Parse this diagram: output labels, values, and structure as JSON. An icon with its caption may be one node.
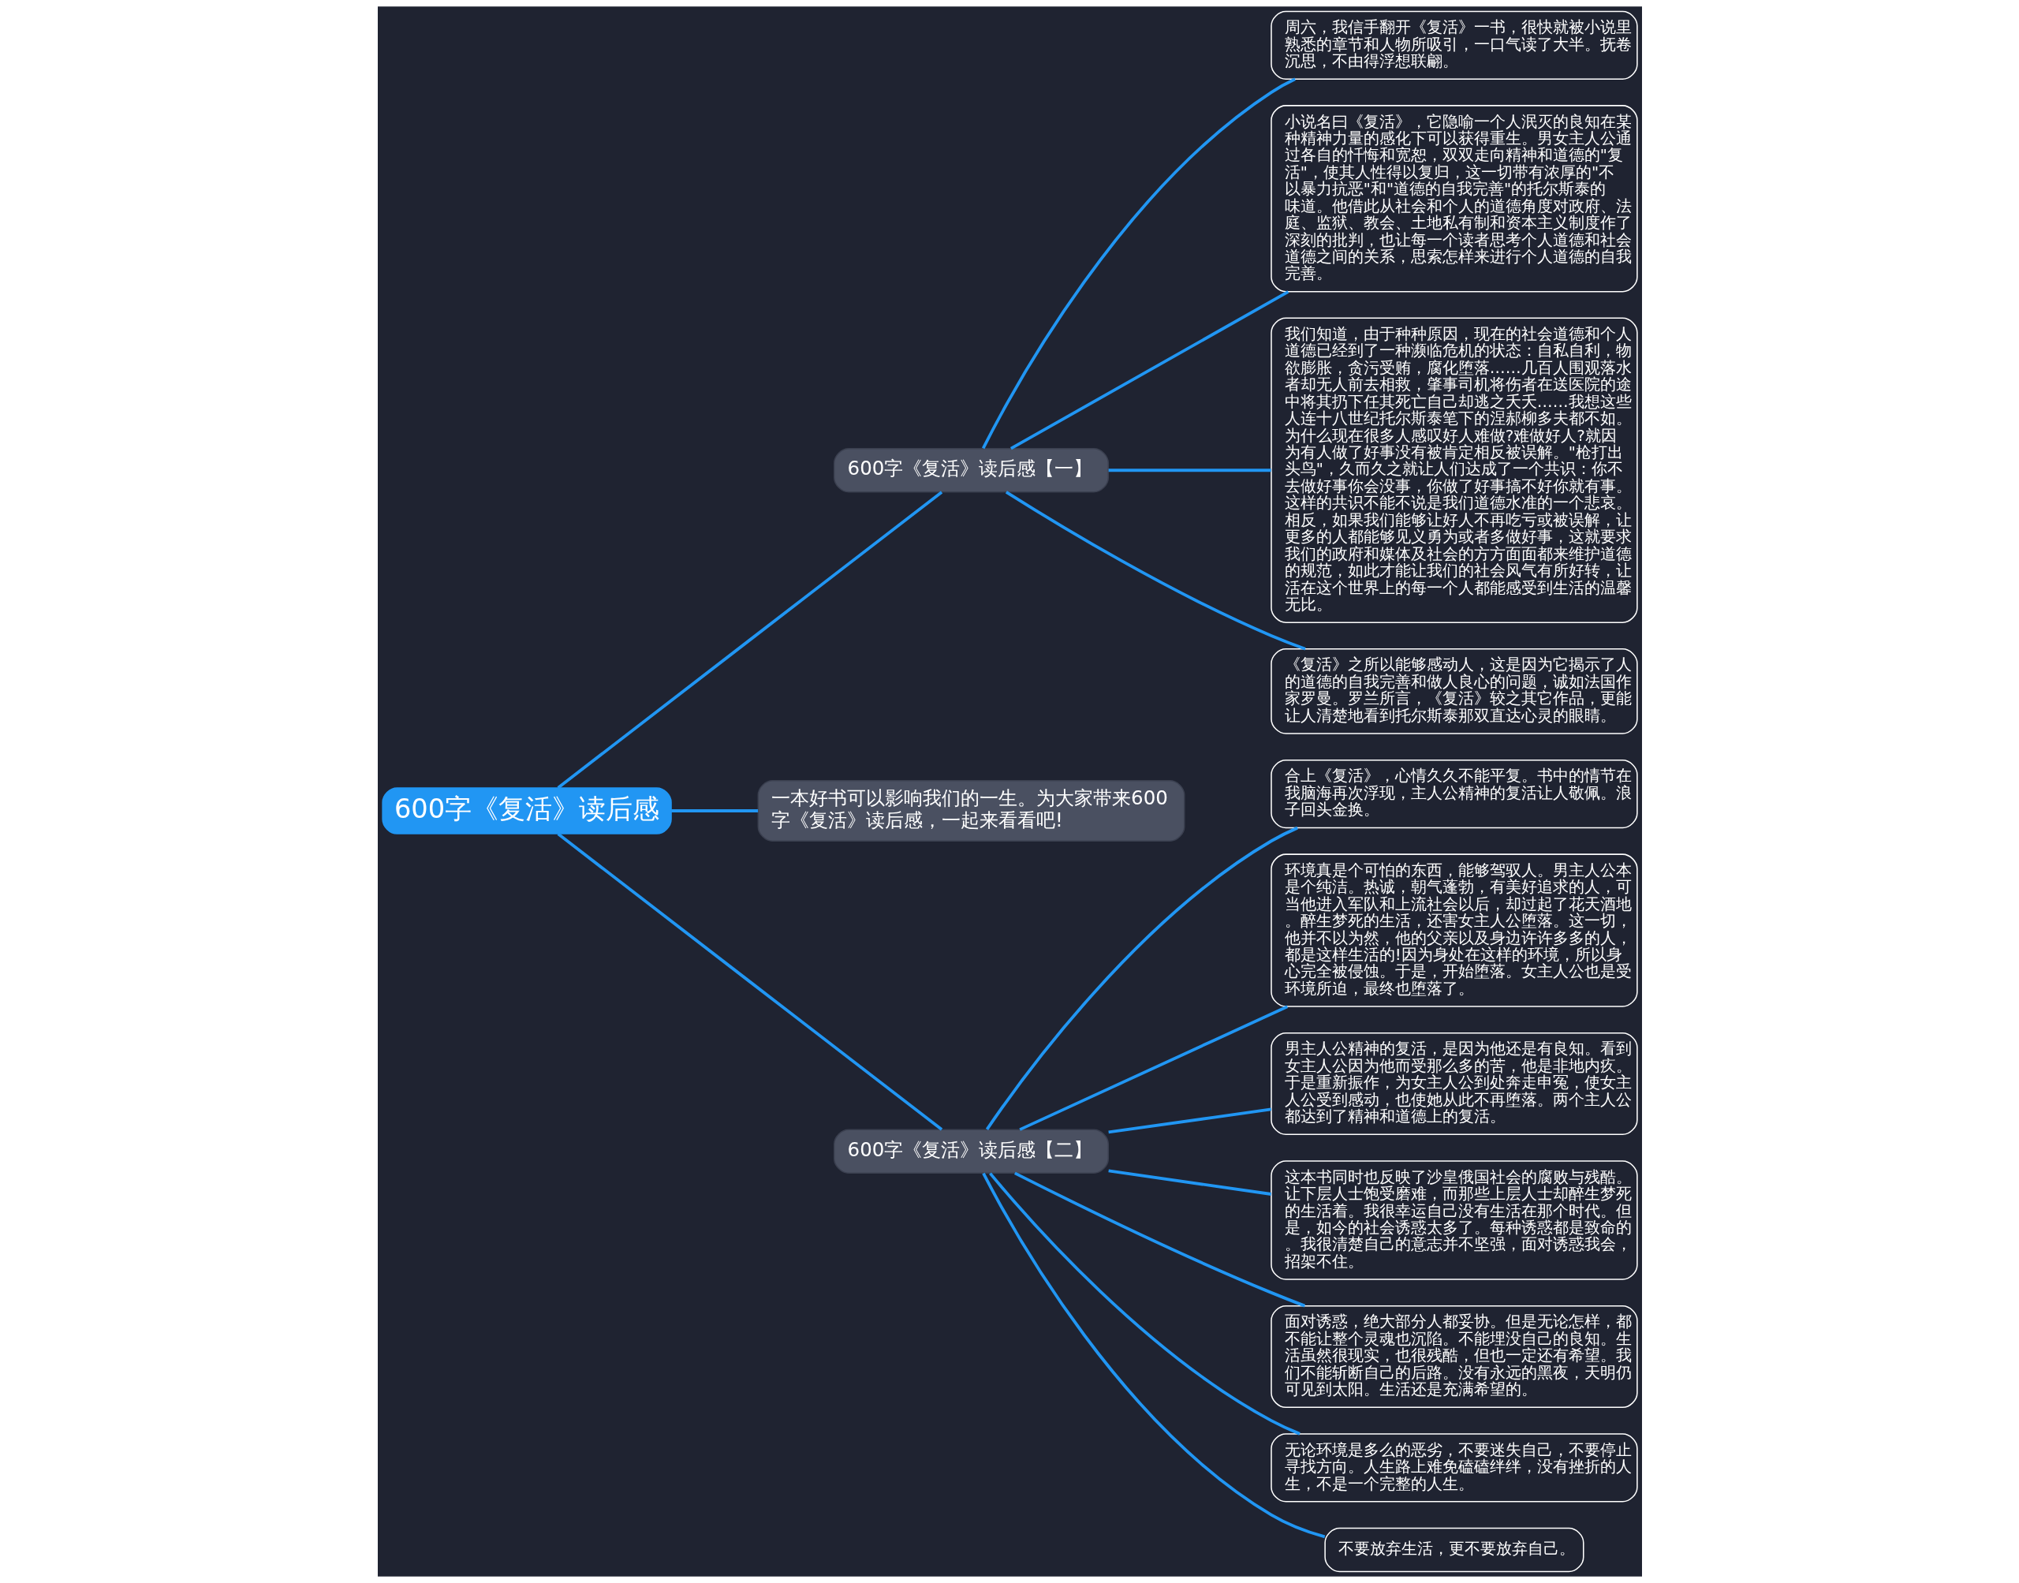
{
  "diagram": {
    "nodes": [
      {
        "text": [
          "600字《复活》读后感"
        ]
      },
      {
        "text": [
          "600字《复活》读后感【一】"
        ]
      },
      {
        "text": [
          "周六，我信手翻开《复活》一书，很快就被小说里熟悉的章节和人物所吸引，一口气读了大半。抚卷沉思，不由得浮想联翩。"
        ]
      },
      {
        "text": [
          "小说名曰《复活》，它隐喻一个人泯灭的良知在某种精神力量的感化下可以获得重生。男女主人公通过各自的忏悔和宽恕，双双走向精神和道德的\"复活\"，使其人性得以复归，这一切带有浓厚的\"不以暴力抗恶\"和\"道德的自我完善\"的托尔斯泰的味道。他借此从社会和个人的道德角度对政府、法庭、监狱、教会、土地私有制和资本主义制度作了深刻的批判，也让每一个读者思考个人道德和社会道德之间的关系，思索怎样来进行个人道德的自我完善。"
        ]
      },
      {
        "text": [
          "我们知道，由于种种原因，现在的社会道德和个人道德已经到了一种濒临危机的状态：自私自利，物欲膨胀，贪污受贿，腐化堕落……几百人围观落水者却无人前去相救，肇事司机将伤者在送医院的途中将其扔下任其死亡自己却逃之夭夭……我想这些人连十八世纪托尔斯泰笔下的涅郝柳多夫都不如。为什么现在很多人感叹好人难做?难做好人?就因为有人做了好事没有被肯定相反被误解。\"枪打出头鸟\"，久而久之就让人们达成了一个共识：你不去做好事你会没事，你做了好事搞不好你就有事。这样的共识不能不说是我们道德水准的一个悲哀。相反，如果我们能够让好人不再吃亏或被误解，让更多的人都能够见义勇为或者多做好事，这就要求我们的政府和媒体及社会的方方面面都来维护道德的规范，如此才能让我们的社会风气有所好转，让活在这个世界上的每一个人都能感受到生活的温馨无比。"
        ]
      },
      {
        "text": [
          "《复活》之所以能够感动人，这是因为它揭示了人的道德的自我完善和做人良心的问题，诚如法国作家罗曼。罗兰所言，《复活》较之其它作品，更能让人清楚地看到托尔斯泰那双直达心灵的眼睛。"
        ]
      },
      {
        "text": [
          "一本好书可以影响我们的一生。为大家带来600字《复活》读后感，一起来看看吧!"
        ]
      },
      {
        "text": [
          "600字《复活》读后感【二】"
        ]
      },
      {
        "text": [
          "合上《复活》，心情久久不能平复。书中的情节在我脑海再次浮现，主人公精神的复活让人敬佩。浪子回头金换。"
        ]
      },
      {
        "text": [
          "环境真是个可怕的东西，能够驾驭人。男主人公本是个纯洁。热诚，朝气蓬勃，有美好追求的人，可当他进入军队和上流社会以后，却过起了花天酒地。醉生梦死的生活，还害女主人公堕落。这一切，他并不以为然，他的父亲以及身边许许多多的人，都是这样生活的!因为身处在这样的环境，所以身心完全被侵蚀。于是，开始堕落。女主人公也是受环境所迫，最终也堕落了。"
        ]
      },
      {
        "text": [
          "男主人公精神的复活，是因为他还是有良知。看到女主人公因为他而受那么多的苦，他是非地内疚。于是重新振作，为女主人公到处奔走申冤，使女主人公受到感动，也使她从此不再堕落。两个主人公都达到了精神和道德上的复活。"
        ]
      },
      {
        "text": [
          "这本书同时也反映了沙皇俄国社会的腐败与残酷。让下层人士饱受磨难，而那些上层人士却醉生梦死的生活着。我很幸运自己没有生活在那个时代。但是，如今的社会诱惑太多了。每种诱惑都是致命的。我很清楚自己的意志并不坚强，面对诱惑我会，招架不住。"
        ]
      },
      {
        "text": [
          "面对诱惑，绝大部分人都妥协。但是无论怎样，都不能让整个灵魂也沉陷。不能埋没自己的良知。生活虽然很现实，也很残酷，但也一定还有希望。我们不能斩断自己的后路。没有永远的黑夜，天明仍可见到太阳。生活还是充满希望的。"
        ]
      },
      {
        "text": [
          "无论环境是多么的恶劣，不要迷失自己，不要停止寻找方向。人生路上难免磕磕绊绊，没有挫折的人生，不是一个完整的人生。"
        ]
      },
      {
        "text": [
          "不要放弃生活，更不要放弃自己。"
        ]
      }
    ],
    "edges": [
      {
        "from": 0,
        "to": 1,
        "arrow": "none"
      },
      {
        "from": 1,
        "to": 2,
        "arrow": "none"
      },
      {
        "from": 1,
        "to": 3,
        "arrow": "none"
      },
      {
        "from": 1,
        "to": 4,
        "arrow": "none"
      },
      {
        "from": 1,
        "to": 5,
        "arrow": "none"
      },
      {
        "from": 0,
        "to": 6,
        "arrow": "none"
      },
      {
        "from": 0,
        "to": 7,
        "arrow": "none"
      },
      {
        "from": 7,
        "to": 8,
        "arrow": "none"
      },
      {
        "from": 7,
        "to": 9,
        "arrow": "none"
      },
      {
        "from": 7,
        "to": 10,
        "arrow": "none"
      },
      {
        "from": 7,
        "to": 11,
        "arrow": "none"
      },
      {
        "from": 7,
        "to": 12,
        "arrow": "none"
      },
      {
        "from": 7,
        "to": 13,
        "arrow": "none"
      },
      {
        "from": 7,
        "to": 14,
        "arrow": "none"
      }
    ]
  }
}
